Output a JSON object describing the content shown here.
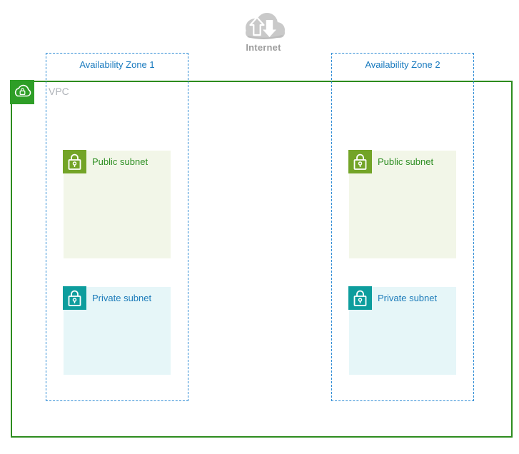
{
  "internet": {
    "label": "Internet"
  },
  "vpc": {
    "label": "VPC"
  },
  "availability_zones": [
    {
      "label": "Availability Zone 1",
      "subnets": [
        {
          "type": "public",
          "label": "Public subnet"
        },
        {
          "type": "private",
          "label": "Private subnet"
        }
      ]
    },
    {
      "label": "Availability Zone 2",
      "subnets": [
        {
          "type": "public",
          "label": "Public subnet"
        },
        {
          "type": "private",
          "label": "Private subnet"
        }
      ]
    }
  ],
  "icons": {
    "internet": "gray-cloud-with-up-and-down-arrows",
    "vpc": "green-square-cloud-with-lock",
    "public_subnet": "green-square-padlock",
    "private_subnet": "teal-square-padlock"
  },
  "palette": {
    "vpc_border": "#2D8C1E",
    "vpc_icon_bg": "#2E9E27",
    "vpc_label": "#AEB2B8",
    "az_border": "#2B8AD4",
    "az_label": "#1779BE",
    "public_fill": "#F2F6E8",
    "public_icon_bg": "#73A427",
    "public_label": "#2F8F24",
    "private_fill": "#E6F6F8",
    "private_icon_bg": "#0D9D9D",
    "private_label": "#1D7CBA",
    "internet_cloud": "#C9C9C9",
    "internet_label": "#9C9C9C"
  }
}
